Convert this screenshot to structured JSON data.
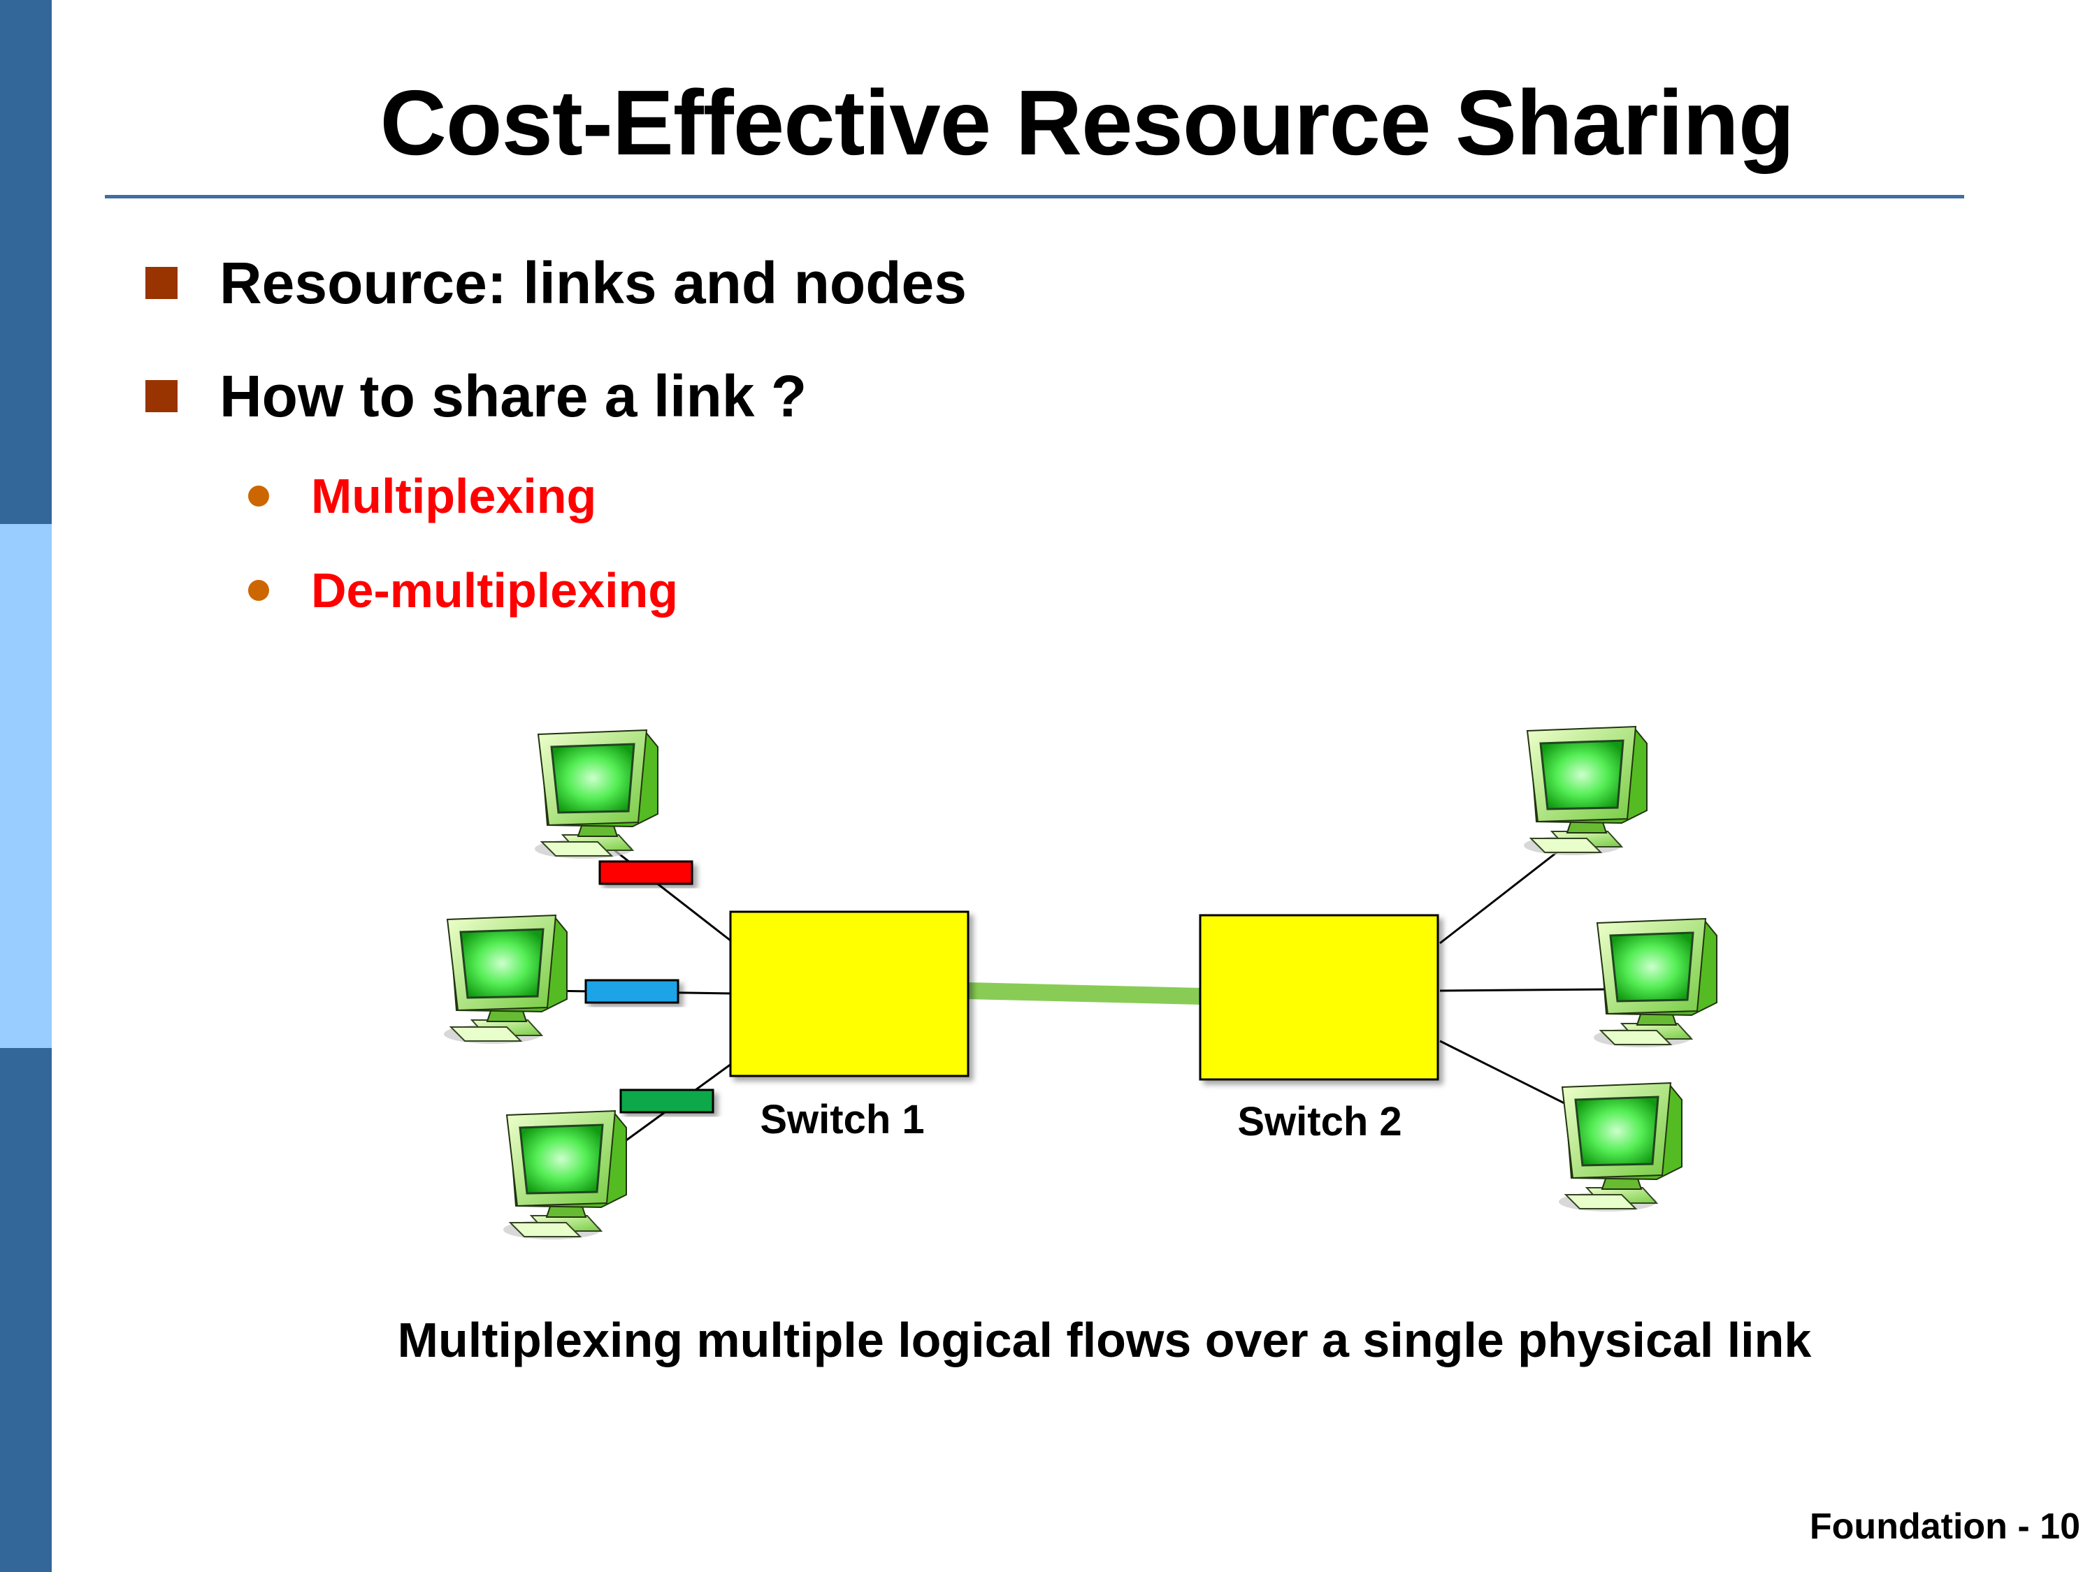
{
  "slide": {
    "title": "Cost-Effective Resource Sharing",
    "bullets": [
      "Resource: links and nodes",
      "How to share a link ?"
    ],
    "sub_bullets": [
      "Multiplexing",
      "De-multiplexing"
    ],
    "caption": "Multiplexing multiple logical flows over a single physical link",
    "footer": "Foundation - 10"
  },
  "diagram": {
    "switch1_label": "Switch 1",
    "switch2_label": "Switch 2",
    "flow_colors": [
      "#ff0000",
      "#1aa3e8",
      "#11a84a"
    ],
    "switch_color": "#ffff00",
    "trunk_color": "#88cc55",
    "icons": [
      "computer-icon"
    ]
  }
}
